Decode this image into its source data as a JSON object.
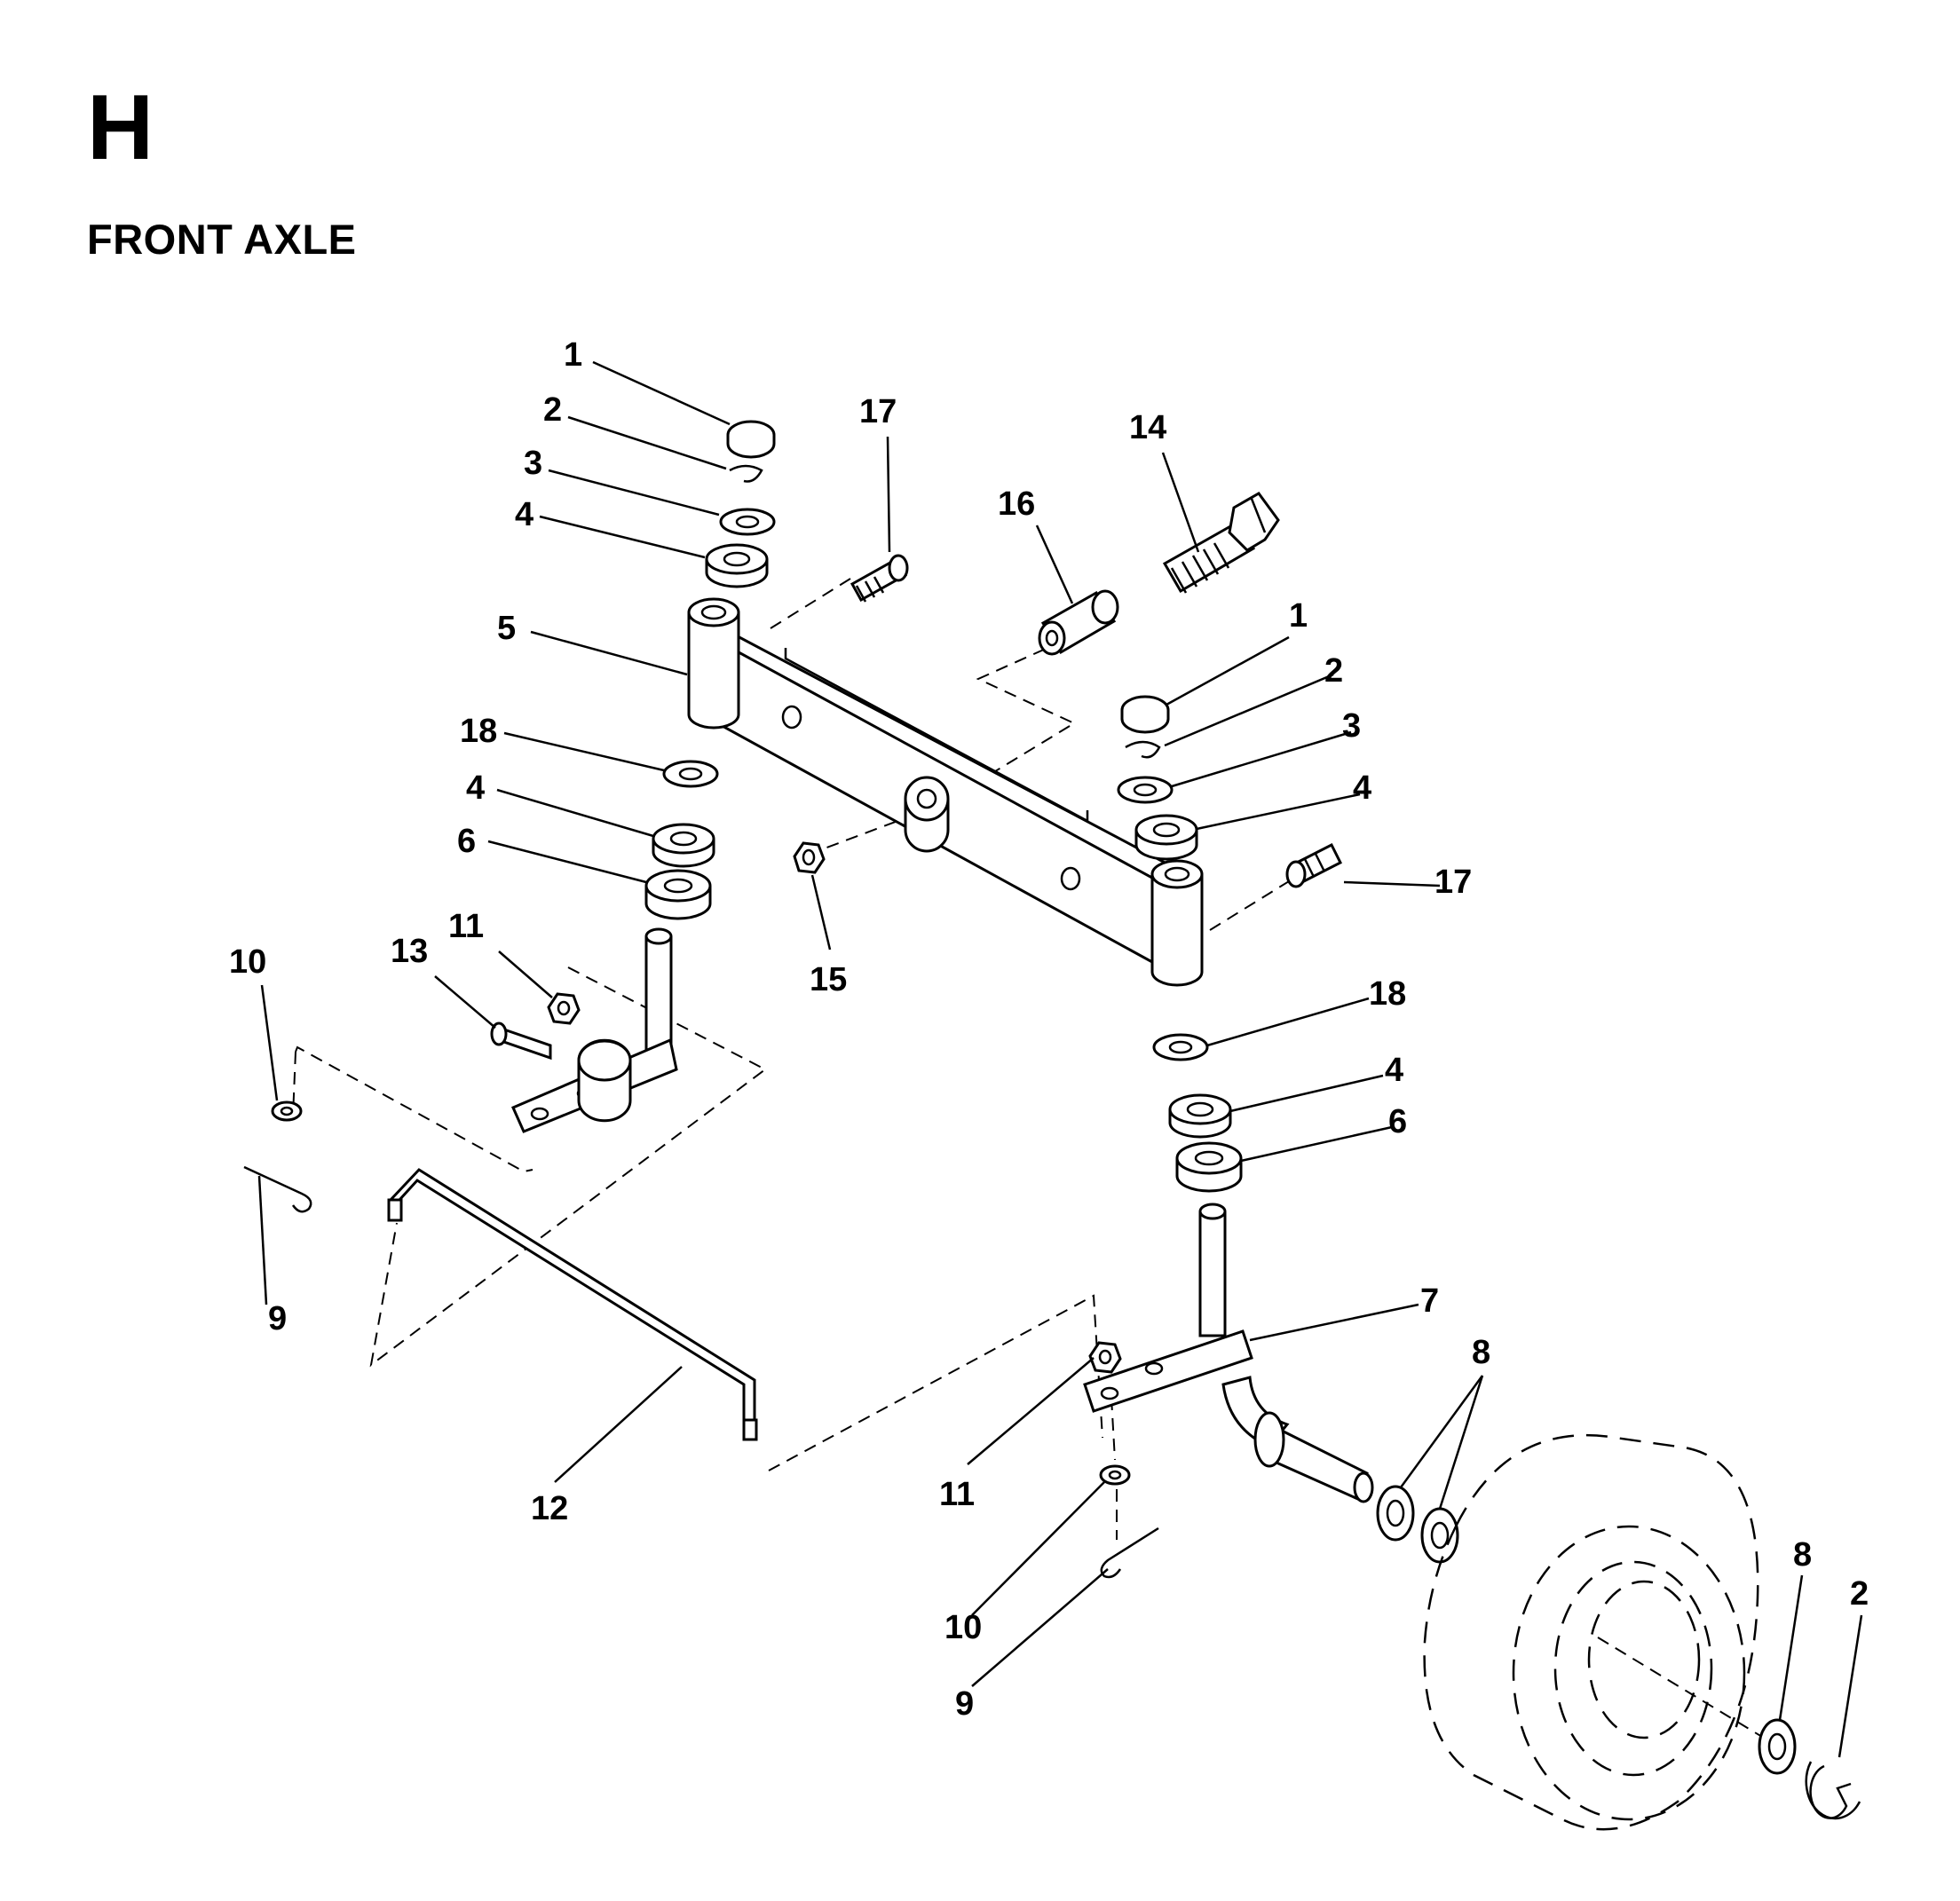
{
  "section": {
    "letter": "H",
    "title": "FRONT AXLE"
  },
  "callouts": {
    "c1_left": "1",
    "c2_left": "2",
    "c3_left": "3",
    "c4_left_top": "4",
    "c5": "5",
    "c18_left": "18",
    "c4_left_mid": "4",
    "c6_left": "6",
    "c10_left": "10",
    "c13": "13",
    "c11_left": "11",
    "c9_left": "9",
    "c17_top": "17",
    "c16": "16",
    "c14": "14",
    "c1_right": "1",
    "c2_right": "2",
    "c3_right": "3",
    "c4_right_top": "4",
    "c17_right": "17",
    "c15": "15",
    "c18_right": "18",
    "c4_right_mid": "4",
    "c6_right": "6",
    "c7": "7",
    "c8_top": "8",
    "c12": "12",
    "c11_right": "11",
    "c10_right": "10",
    "c9_right": "9",
    "c8_bottom": "8",
    "c2_bottom": "2"
  }
}
